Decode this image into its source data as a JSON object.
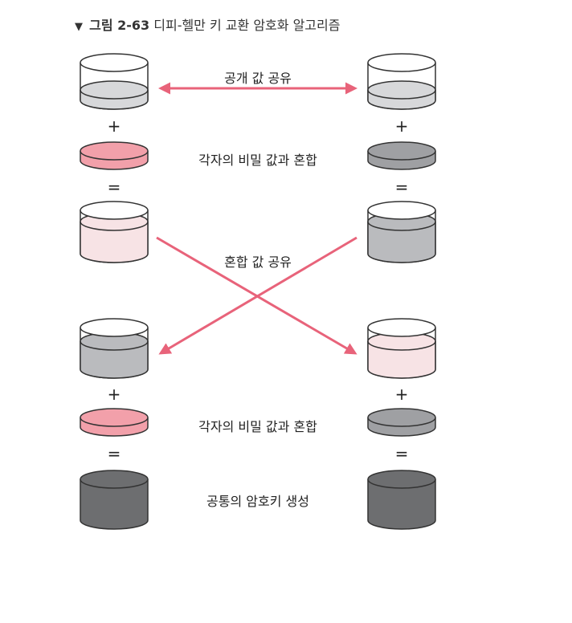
{
  "figure": {
    "marker": "▼",
    "number": "그림 2-63",
    "title": "디피-헬만 키 교환 암호화 알고리즘"
  },
  "labels": {
    "share_public": "공개 값 공유",
    "mix_secret_top": "각자의 비밀 값과 혼합",
    "share_mixed": "혼합 값 공유",
    "mix_secret_bottom": "각자의 비밀 값과 혼합",
    "common_key": "공통의 암호키 생성"
  },
  "operators": {
    "plus": "+",
    "equals": "="
  },
  "colors": {
    "arrow": "#e8637a",
    "public_fill": "#d7d8da",
    "secret_pink": "#f2a0aa",
    "secret_gray": "#9fa0a3",
    "mixed_pink": "#f7e3e5",
    "mixed_gray": "#babbbe",
    "common_key": "#6d6e70"
  }
}
